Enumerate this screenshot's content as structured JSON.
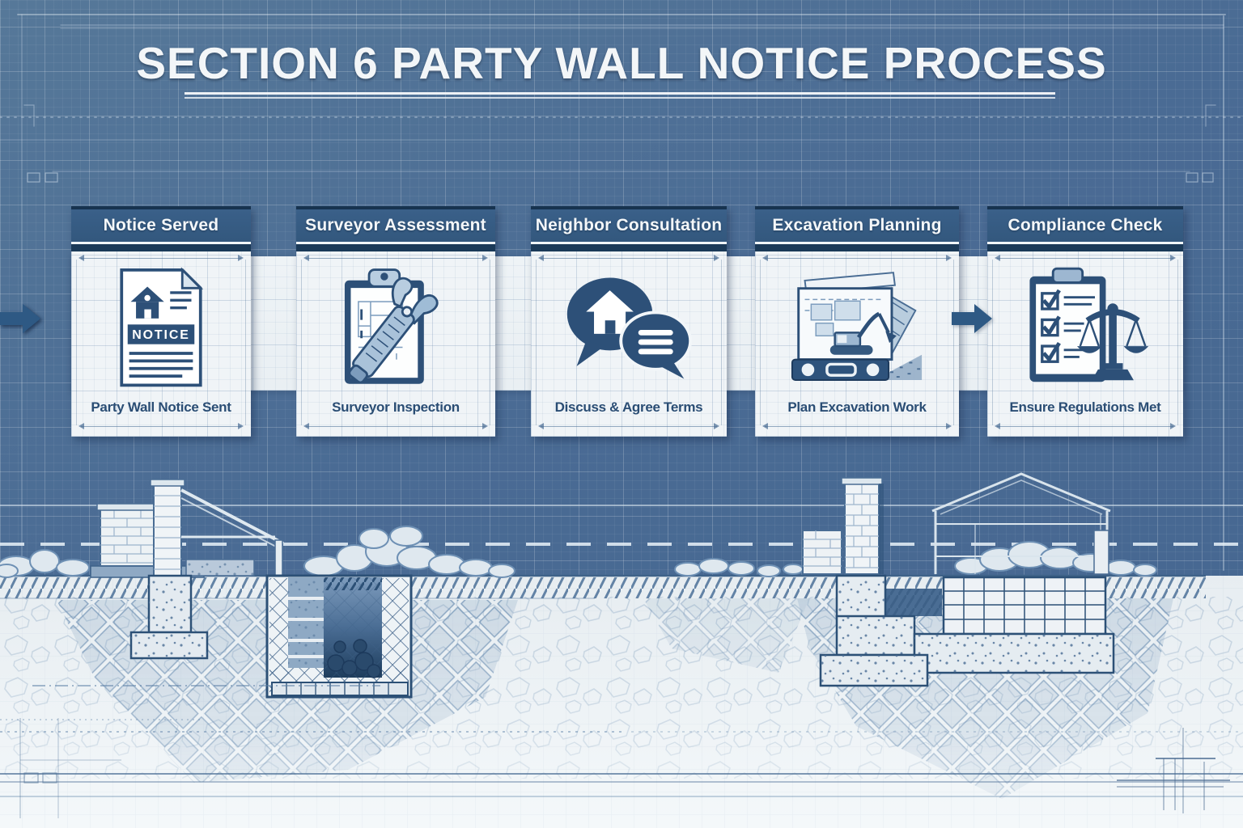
{
  "title": "SECTION 6 PARTY WALL NOTICE PROCESS",
  "steps": [
    {
      "id": "notice-served",
      "header": "Notice Served",
      "caption": "Party Wall Notice Sent",
      "icon": "notice-document-icon"
    },
    {
      "id": "surveyor-assessment",
      "header": "Surveyor Assessment",
      "caption": "Surveyor Inspection",
      "icon": "clipboard-caliper-icon"
    },
    {
      "id": "neighbor-consultation",
      "header": "Neighbor Consultation",
      "caption": "Discuss & Agree Terms",
      "icon": "speech-bubbles-house-icon"
    },
    {
      "id": "excavation-planning",
      "header": "Excavation Planning",
      "caption": "Plan Excavation Work",
      "icon": "excavator-plan-icon"
    },
    {
      "id": "compliance-check",
      "header": "Compliance Check",
      "caption": "Ensure Regulations Met",
      "icon": "checklist-scales-icon"
    }
  ],
  "icon_labels": {
    "notice": "NOTICE"
  },
  "colors": {
    "background_blue": "#4e7099",
    "header_bar_blue": "#33587e",
    "header_edge_navy": "#17334f",
    "accent_dark_blue": "#2d5078",
    "card_background": "#f0f4f7",
    "ground_white": "#edf2f5",
    "title_white": "#f3f6f8"
  }
}
